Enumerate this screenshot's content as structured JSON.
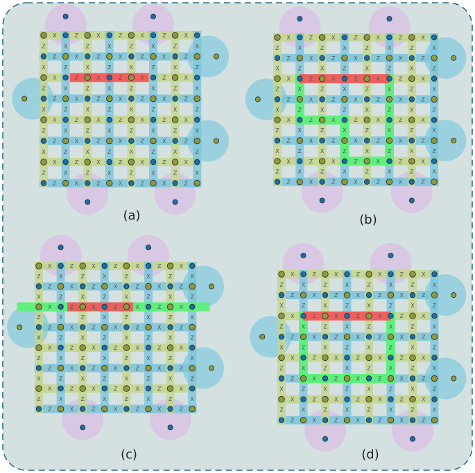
{
  "colors": {
    "frame_bg": "#d5e1e1",
    "frame_border": "#2f6f8a",
    "x_stab_strip": "#c4d690",
    "z_stab_strip": "#7ec6da",
    "x_boundary": "#d9c6e3",
    "z_boundary": "#98cfdd",
    "data_qubit": "#1a6fa8",
    "ancilla_qubit": "#8e9a3c",
    "logical_red": "#f05a5a",
    "path_green": "#5cf07a"
  },
  "glyphs": {
    "x_check": "X",
    "z_check": "Z"
  },
  "panels": [
    {
      "id": "a",
      "label": "(a)"
    },
    {
      "id": "b",
      "label": "(b)"
    },
    {
      "id": "c",
      "label": "(c)"
    },
    {
      "id": "d",
      "label": "(d)"
    }
  ]
}
